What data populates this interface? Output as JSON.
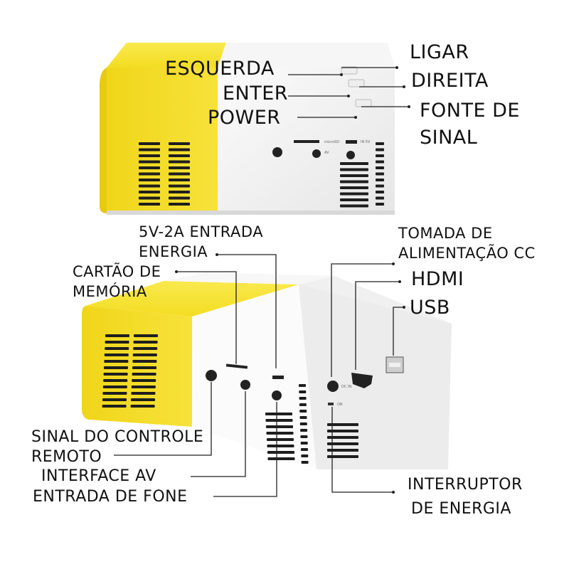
{
  "labels": {
    "esquerda": "ESQUERDA",
    "enter": "ENTER",
    "power": "POWER",
    "ligar": "LIGAR",
    "direita": "DIREITA",
    "fonte_line1": "FONTE DE",
    "fonte_line2": "SINAL",
    "entrada_5v_line1": "5V-2A ENTRADA",
    "entrada_5v_line2": "ENERGIA",
    "cartao_line1": "CARTÃO DE",
    "cartao_line2": "MEMÓRIA",
    "tomada_line1": "TOMADA DE",
    "tomada_line2": "ALIMENTAÇÃO CC",
    "hdmi": "HDMI",
    "usb": "USB",
    "sinal_controle_line1": "SINAL DO CONTROLE",
    "sinal_controle_line2": "REMOTO",
    "interface_av": "INTERFACE AV",
    "entrada_fone": "ENTRADA DE FONE",
    "interruptor_line1": "INTERRUPTOR",
    "interruptor_line2": "DE ENERGIA"
  },
  "device_markings": {
    "microsd": "microSD",
    "av": "AV",
    "dc_5v": "IN 5V",
    "dc_in": "DC IN",
    "on": "ON"
  },
  "colors": {
    "yellow": "#f3dc1f",
    "white_shell": "#f4f4f4",
    "port_dark": "#1c1c1c",
    "leader_line": "#222222"
  }
}
